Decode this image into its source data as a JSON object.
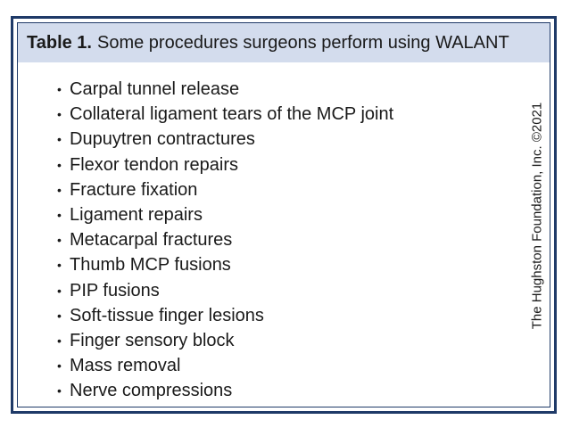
{
  "table": {
    "label": "Table 1.",
    "title": "Some procedures surgeons perform using WALANT",
    "bullet": "•",
    "items": [
      "Carpal tunnel release",
      "Collateral ligament tears of the MCP joint",
      "Dupuytren contractures",
      "Flexor tendon repairs",
      "Fracture fixation",
      "Ligament repairs",
      "Metacarpal fractures",
      "Thumb MCP fusions",
      "PIP fusions",
      "Soft-tissue finger lesions",
      "Finger sensory block",
      "Mass removal",
      "Nerve compressions"
    ],
    "credit": "The Hughston Foundation, Inc. ©2021"
  },
  "colors": {
    "border": "#1f3a68",
    "header_background": "#d3dced",
    "text": "#1a1a1a"
  }
}
